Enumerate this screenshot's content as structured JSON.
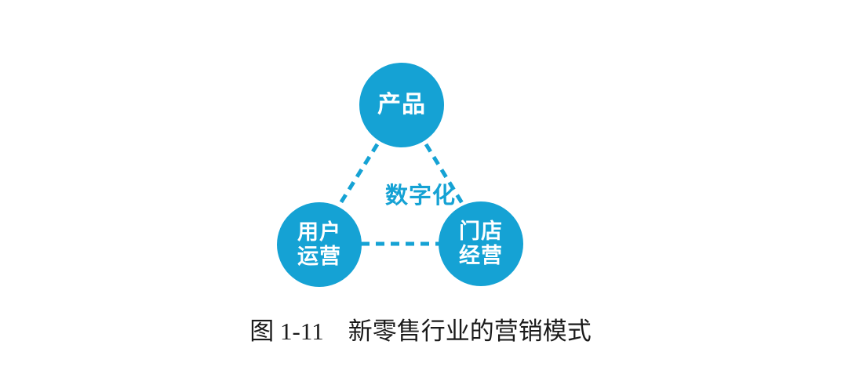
{
  "figure": {
    "caption": "图 1-11　新零售行业的营销模式",
    "caption_label": "图 1-11",
    "caption_title": "新零售行业的营销模式",
    "background_color": "#ffffff"
  },
  "diagram": {
    "type": "triangle-relationship",
    "accent_color": "#15A2D4",
    "node_text_color": "#ffffff",
    "center_label": "数字化",
    "nodes": [
      {
        "id": "product",
        "lines": [
          "产品"
        ],
        "line1": "产品",
        "position": "top"
      },
      {
        "id": "user-operations",
        "lines": [
          "用户",
          "运营"
        ],
        "line1": "用户",
        "line2": "运营",
        "position": "bottom-left"
      },
      {
        "id": "store-operations",
        "lines": [
          "门店",
          "经营"
        ],
        "line1": "门店",
        "line2": "经营",
        "position": "bottom-right"
      }
    ],
    "connectors": [
      {
        "id": "product-to-user-operations",
        "style": "dashed"
      },
      {
        "id": "product-to-store-operations",
        "style": "dashed"
      },
      {
        "id": "user-operations-to-store-operations",
        "style": "dashed"
      }
    ]
  }
}
